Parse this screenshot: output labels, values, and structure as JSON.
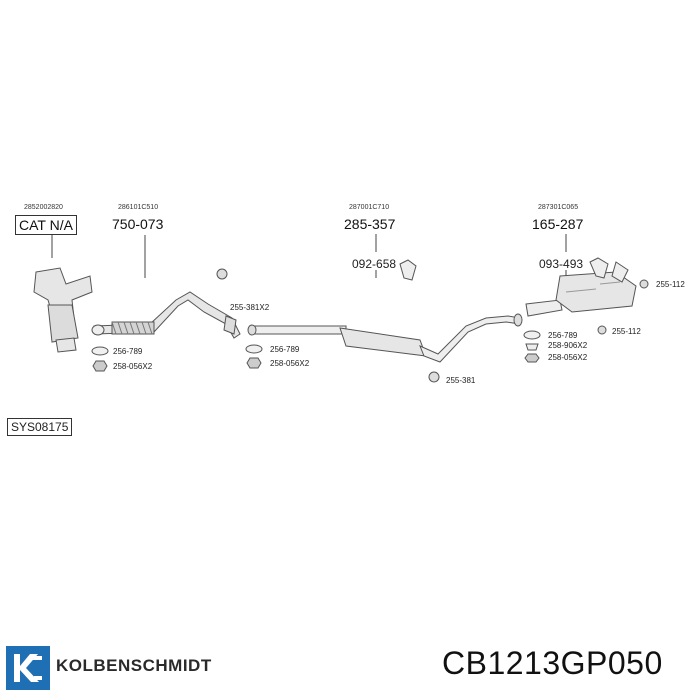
{
  "components": [
    {
      "oem": "2852002820",
      "part": "CAT N/A"
    },
    {
      "oem": "286101C510",
      "part": "750-073"
    },
    {
      "oem": "287001C710",
      "part": "285-357",
      "sub": "092-658"
    },
    {
      "oem": "287301C065",
      "part": "165-287",
      "sub": "093-493"
    }
  ],
  "fittings": {
    "f1": "255-381X2",
    "f2": "256-789",
    "f3": "258-056X2",
    "f4": "256-789",
    "f5": "258-056X2",
    "f6": "255-381",
    "f7": "256-789",
    "f8": "258-906X2",
    "f9": "258-056X2",
    "f10": "255-112",
    "f11": "255-112"
  },
  "system_code": "SYS08175",
  "brand": "KOLBENSCHMIDT",
  "part_number": "CB1213GP050",
  "colors": {
    "logo_blue": "#1f6fb5",
    "line": "#555555",
    "fill": "#e6e6e6"
  }
}
